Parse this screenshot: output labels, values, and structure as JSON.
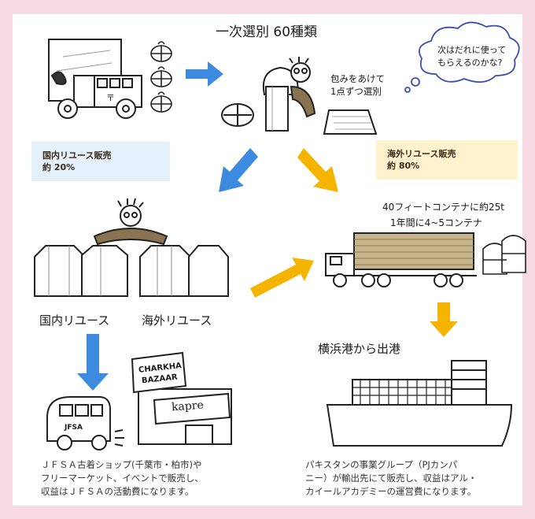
{
  "header": {
    "title": "一次選別 60種類",
    "thought": "次はだれに使って\nもらえるのかな?",
    "note": "包みをあけて\n1点ずつ選別"
  },
  "domestic": {
    "label_line1": "国内リユース販売",
    "label_line2": "約 20%",
    "color": "#3d8be0"
  },
  "overseas": {
    "label_line1": "海外リユース販売",
    "label_line2": "約 80%",
    "color": "#f5b400"
  },
  "container_note": {
    "line1": "40フィートコンテナに約25t",
    "line2": "1年間に4~5コンテナ"
  },
  "reuse_labels": {
    "domestic": "国内リユース",
    "overseas": "海外リユース"
  },
  "port": "横浜港から出港",
  "shop": {
    "sign1": "CHARKHA",
    "sign2": "BAZAAR",
    "sign3": "kapre",
    "van_text": "JFSA"
  },
  "captions": {
    "left_line1": "ＪＦＳＡ古着ショップ(千葉市・柏市)や",
    "left_line2": "フリーマーケット、イベントで販売し、",
    "left_line3": "収益はＪＦＳＡの活動費になります。",
    "right_line1": "パキスタンの事業グループ（PJカンパ",
    "right_line2": "ニー）が輸出先にて販売し、収益はアル・",
    "right_line3": "カイールアカデミーの運営費になります。"
  }
}
